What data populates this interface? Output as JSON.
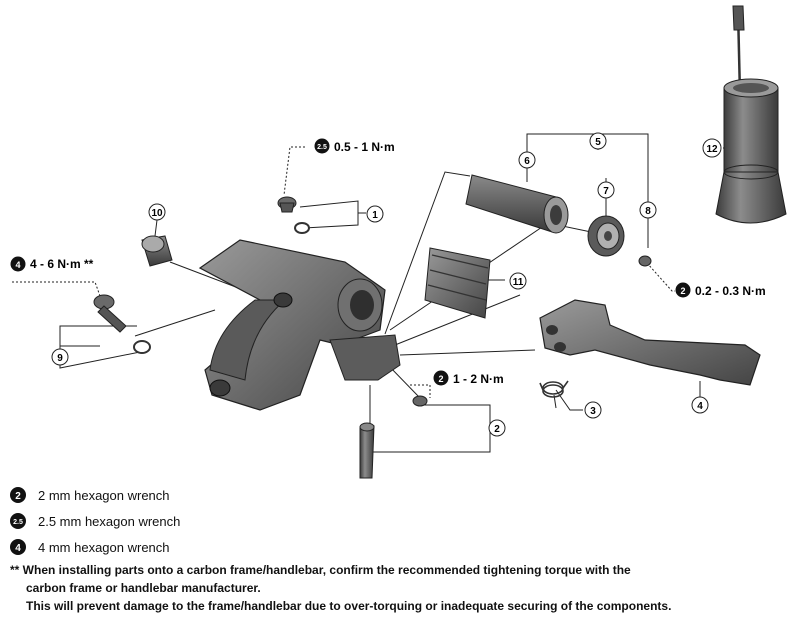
{
  "callouts": {
    "torque_top": "0.5 - 1 N·m",
    "torque_top_tool": "2.5",
    "torque_left": "4 - 6 N·m **",
    "torque_left_tool": "4",
    "torque_mid": "1 - 2 N·m",
    "torque_mid_tool": "2",
    "torque_right": "0.2 - 0.3 N·m",
    "torque_right_tool": "2"
  },
  "part_numbers": {
    "p1": "1",
    "p2": "2",
    "p3": "3",
    "p4": "4",
    "p5": "5",
    "p6": "6",
    "p7": "7",
    "p8": "8",
    "p9": "9",
    "p10": "10",
    "p11": "11",
    "p12": "12"
  },
  "legend": [
    {
      "tool": "2",
      "label": "2 mm hexagon wrench"
    },
    {
      "tool": "2.5",
      "label": "2.5 mm hexagon wrench"
    },
    {
      "tool": "4",
      "label": "4 mm hexagon wrench"
    }
  ],
  "note": {
    "line1": "** When installing parts onto a carbon frame/handlebar, confirm the recommended tightening torque with the",
    "line2": "carbon frame or handlebar manufacturer.",
    "line3": "This will prevent damage to the frame/handlebar due to over-torquing or inadequate securing of the components."
  }
}
